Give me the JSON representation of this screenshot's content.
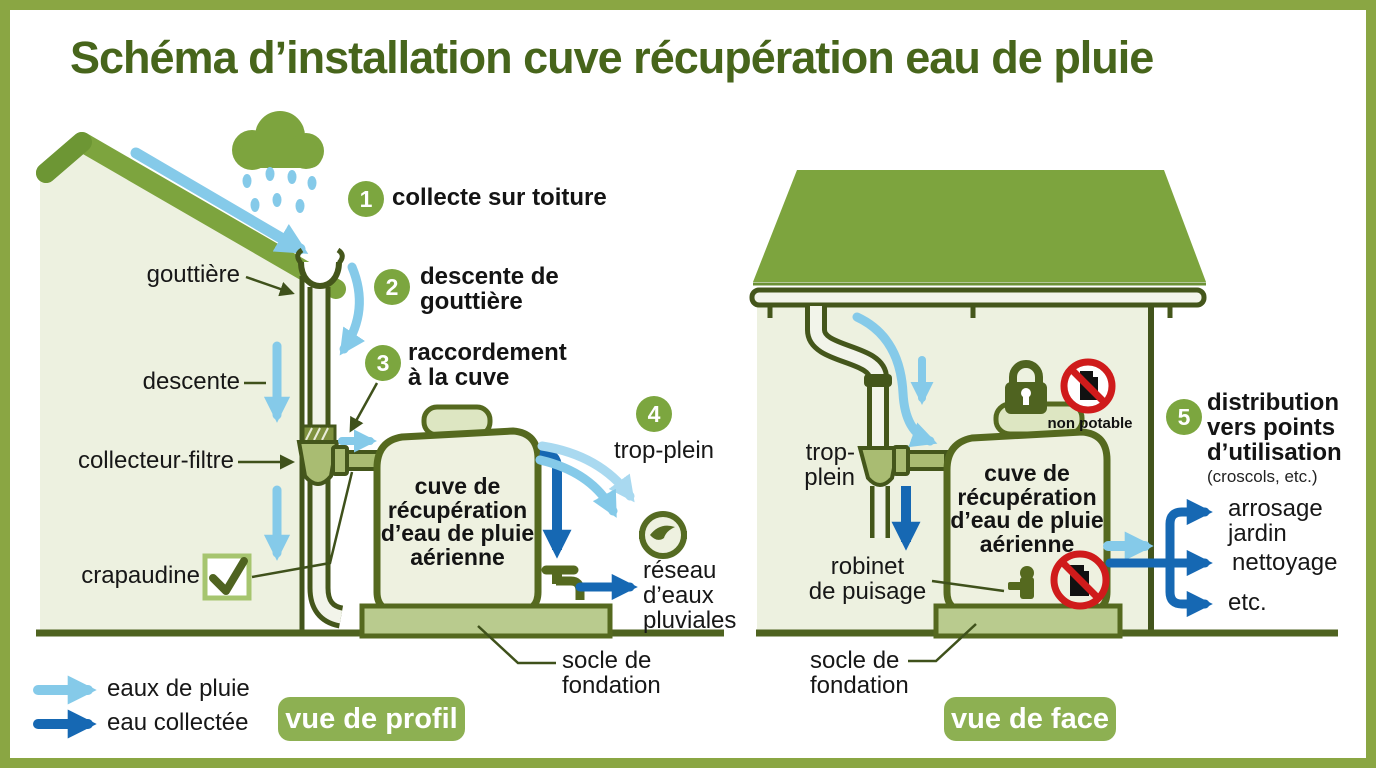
{
  "title": "Schéma d’installation cuve récupération eau de pluie",
  "steps": [
    {
      "num": "1",
      "label": "collecte sur toiture"
    },
    {
      "num": "2",
      "label": "descente de\ngouttière"
    },
    {
      "num": "3",
      "label": "raccordement\nà la cuve"
    },
    {
      "num": "4",
      "label": "trop-plein"
    },
    {
      "num": "5",
      "label": "distribution\nvers points\nd’utilisation",
      "sub": "(croscols, etc.)"
    }
  ],
  "profile": {
    "badge": "vue de profil",
    "gouttiere": "gouttière",
    "descente": "descente",
    "collecteur": "collecteur-filtre",
    "crapaudine": "crapaudine",
    "tank": "cuve de\nrécupération\nd’eau de pluie\naérienne",
    "trop_plein": "trop-plein",
    "reseau": "réseau\nd’eaux\npluviales",
    "socle": "socle de\nfondation"
  },
  "face": {
    "badge": "vue de face",
    "trop_plein": "trop-\nplein",
    "robinet": "robinet\nde puisage",
    "tank": "cuve de\nrécupération\nd’eau de pluie\naérienne",
    "non_potable": "non potable",
    "socle": "socle de\nfondation",
    "usages": [
      "arrosage\njardin",
      "nettoyage",
      "etc."
    ]
  },
  "legend": {
    "rain": "eaux de pluie",
    "collected": "eau collectée"
  },
  "colors": {
    "rain_blue": "#85cae9",
    "collected_blue": "#1668b3",
    "roof_green": "#7da43e",
    "dark_green": "#44561b",
    "accent_red": "#cf1b1b"
  }
}
